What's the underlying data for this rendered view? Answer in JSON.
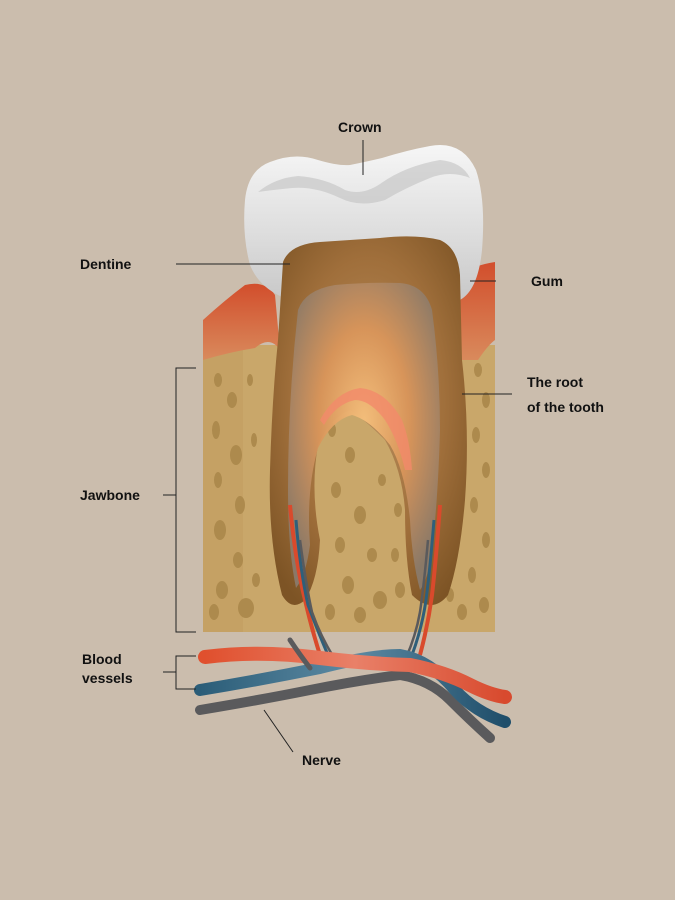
{
  "labels": {
    "crown": "Crown",
    "dentine": "Dentine",
    "gum": "Gum",
    "root_line1": "The root",
    "root_line2": "of the tooth",
    "jawbone": "Jawbone",
    "blood_line1": "Blood",
    "blood_line2": "vessels",
    "nerve": "Nerve"
  },
  "colors": {
    "background": "#cbbdad",
    "enamel": "#e6e6e6",
    "dentine": "#8c6434",
    "pulp": "#f0a862",
    "gum": "#d2603a",
    "jawbone": "#c9a76a",
    "artery": "#e2573b",
    "vein": "#2f5f7a",
    "nerve": "#5a5a5c"
  }
}
